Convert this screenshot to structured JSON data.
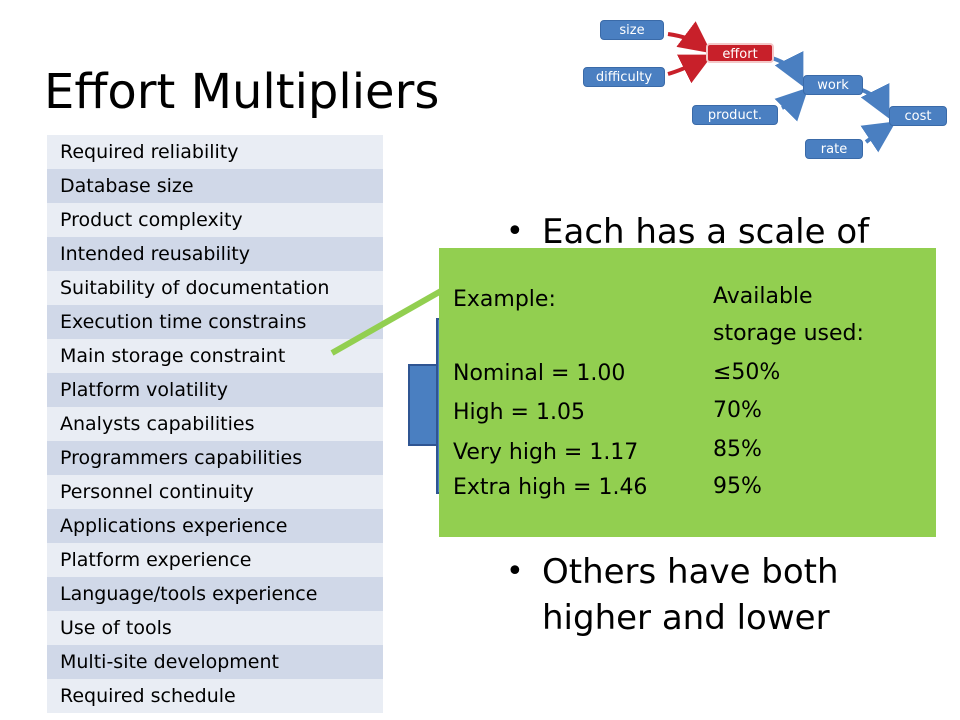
{
  "slide": {
    "title": "Effort Multipliers",
    "multipliers": [
      "Required reliability",
      "Database size",
      "Product complexity",
      "Intended reusability",
      "Suitability of documentation",
      "Execution time constrains",
      "Main storage constraint",
      "Platform volatility",
      "Analysts capabilities",
      "Programmers capabilities",
      "Personnel continuity",
      "Applications experience",
      "Platform experience",
      "Language/tools experience",
      "Use of tools",
      "Multi-site development",
      "Required schedule"
    ],
    "bullets": {
      "first": "Each has a scale of",
      "second": "Others have both higher and lower"
    }
  },
  "flow": {
    "size": "size",
    "difficulty": "difficulty",
    "effort": "effort",
    "work": "work",
    "product": "product.",
    "cost": "cost",
    "rate": "rate"
  },
  "popup": {
    "example_label": "Example:",
    "nominal": "Nominal = 1.00",
    "high": "High = 1.05",
    "very_high": "Very high = 1.17",
    "extra_high": "Extra high = 1.46",
    "available_line1": "Available",
    "available_line2": "storage used:",
    "pct1": "≤50%",
    "pct2": "70%",
    "pct3": "85%",
    "pct4": "95%"
  },
  "colors": {
    "node_blue": "#4a7fc1",
    "node_red": "#c8202a",
    "arrow_red": "#c8202a",
    "arrow_blue": "#4a7fc1",
    "popup_green": "#92cf50",
    "connector_green": "#92cf50"
  }
}
